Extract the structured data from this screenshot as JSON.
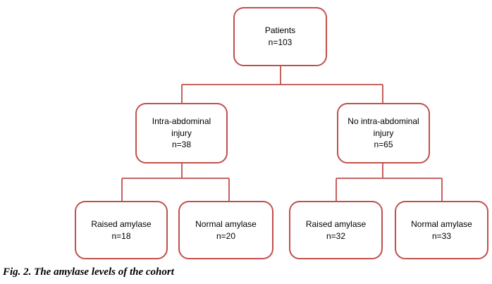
{
  "colors": {
    "box-border": "#c0504d",
    "connector": "#c0504d",
    "box-fill": "#ffffff",
    "text": "#000000",
    "background": "#ffffff"
  },
  "caption": "Fig. 2. The amylase levels of the cohort",
  "flowchart": {
    "type": "tree",
    "nodes": {
      "patients": {
        "label": "Patients",
        "n": "n=103"
      },
      "intra_abdominal": {
        "label": "Intra-abdominal injury",
        "n": "n=38"
      },
      "no_intra_abdominal": {
        "label": "No intra-abdominal injury",
        "n": "n=65"
      },
      "intra_raised": {
        "label": "Raised amylase",
        "n": "n=18"
      },
      "intra_normal": {
        "label": "Normal amylase",
        "n": "n=20"
      },
      "no_intra_raised": {
        "label": "Raised amylase",
        "n": "n=32"
      },
      "no_intra_normal": {
        "label": "Normal amylase",
        "n": "n=33"
      }
    },
    "edges": [
      {
        "from": "patients",
        "to": "intra_abdominal"
      },
      {
        "from": "patients",
        "to": "no_intra_abdominal"
      },
      {
        "from": "intra_abdominal",
        "to": "intra_raised"
      },
      {
        "from": "intra_abdominal",
        "to": "intra_normal"
      },
      {
        "from": "no_intra_abdominal",
        "to": "no_intra_raised"
      },
      {
        "from": "no_intra_abdominal",
        "to": "no_intra_normal"
      }
    ]
  }
}
